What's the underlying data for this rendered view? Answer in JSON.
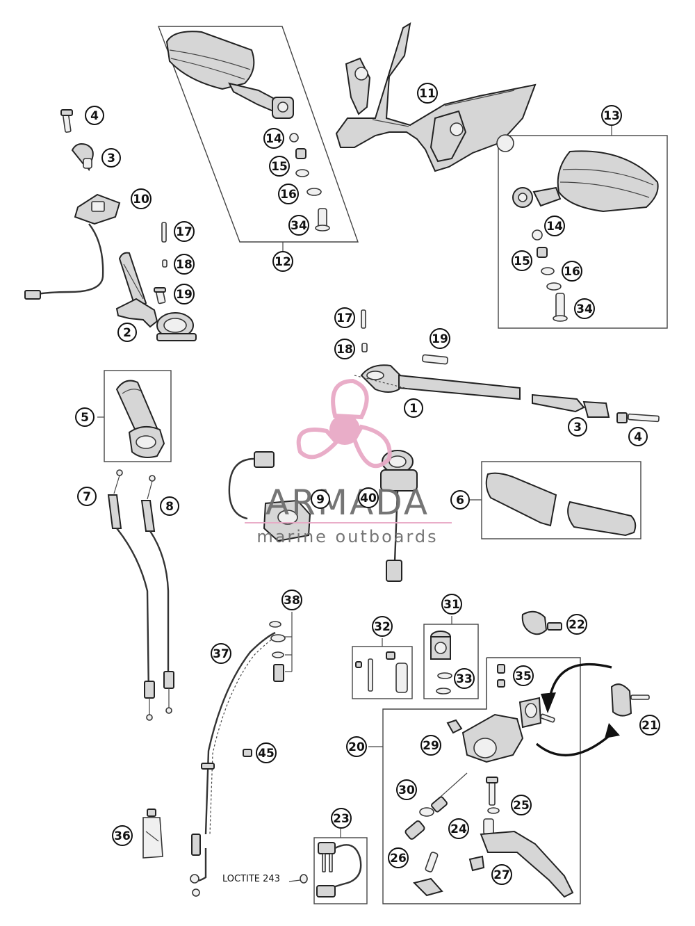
{
  "watermark": {
    "brand": "ARMADA",
    "tagline": "marine outboards",
    "color_pink": "#e8a9c6",
    "color_gray": "#6e6e6e"
  },
  "note_label": "LOCTITE 243",
  "callouts": {
    "c1": "1",
    "c2": "2",
    "c3a": "3",
    "c3b": "3",
    "c4a": "4",
    "c4b": "4",
    "c5": "5",
    "c6": "6",
    "c7": "7",
    "c8": "8",
    "c9": "9",
    "c10": "10",
    "c11": "11",
    "c12": "12",
    "c13": "13",
    "c14a": "14",
    "c14b": "14",
    "c15a": "15",
    "c15b": "15",
    "c16a": "16",
    "c16b": "16",
    "c17a": "17",
    "c17b": "17",
    "c18a": "18",
    "c18b": "18",
    "c19a": "19",
    "c19b": "19",
    "c20": "20",
    "c21": "21",
    "c22": "22",
    "c23": "23",
    "c24": "24",
    "c25": "25",
    "c26": "26",
    "c27": "27",
    "c29": "29",
    "c30": "30",
    "c31": "31",
    "c32": "32",
    "c33": "33",
    "c34a": "34",
    "c34b": "34",
    "c35": "35",
    "c36": "36",
    "c37": "37",
    "c38": "38",
    "c40": "40",
    "c45": "45"
  }
}
